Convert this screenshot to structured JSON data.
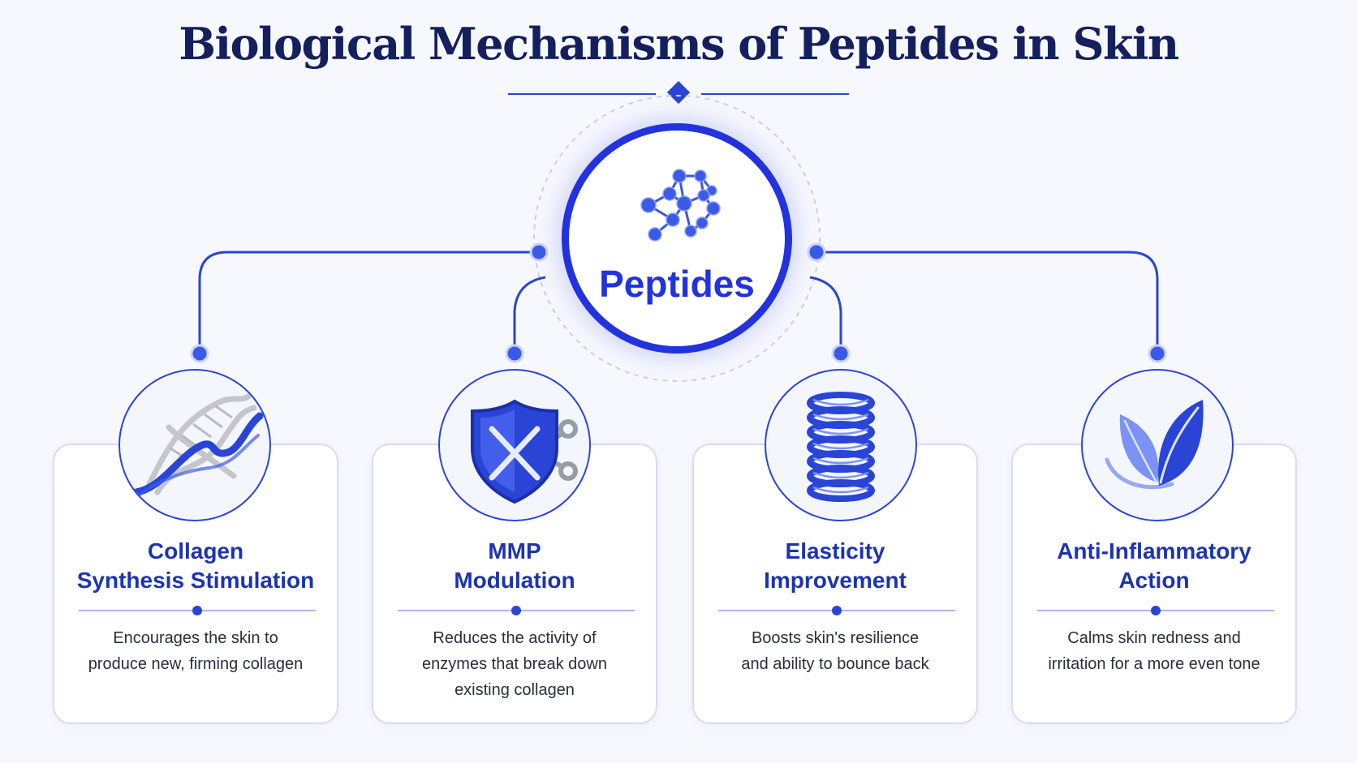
{
  "title": "Biological Mechanisms of Peptides in Skin",
  "hub": {
    "label": "Peptides",
    "icon": "molecule-icon"
  },
  "colors": {
    "primary": "#2233dd",
    "title": "#14205e",
    "card_title": "#1d33b0"
  },
  "mechanisms": [
    {
      "title_line1": "Collagen",
      "title_line2": "Synthesis Stimulation",
      "desc_line1": "Encourages the skin to",
      "desc_line2": "produce new, firming collagen",
      "desc_line3": "",
      "icon": "collagen-helix-icon"
    },
    {
      "title_line1": "MMP",
      "title_line2": "Modulation",
      "desc_line1": "Reduces the activity of",
      "desc_line2": "enzymes that break down",
      "desc_line3": "existing collagen",
      "icon": "shield-scissors-icon"
    },
    {
      "title_line1": "Elasticity",
      "title_line2": "Improvement",
      "desc_line1": "Boosts skin's resilience",
      "desc_line2": "and ability to bounce back",
      "desc_line3": "",
      "icon": "spring-icon"
    },
    {
      "title_line1": "Anti-Inflammatory",
      "title_line2": "Action",
      "desc_line1": "Calms skin redness and",
      "desc_line2": "irritation for a more even tone",
      "desc_line3": "",
      "icon": "leaf-icon"
    }
  ]
}
